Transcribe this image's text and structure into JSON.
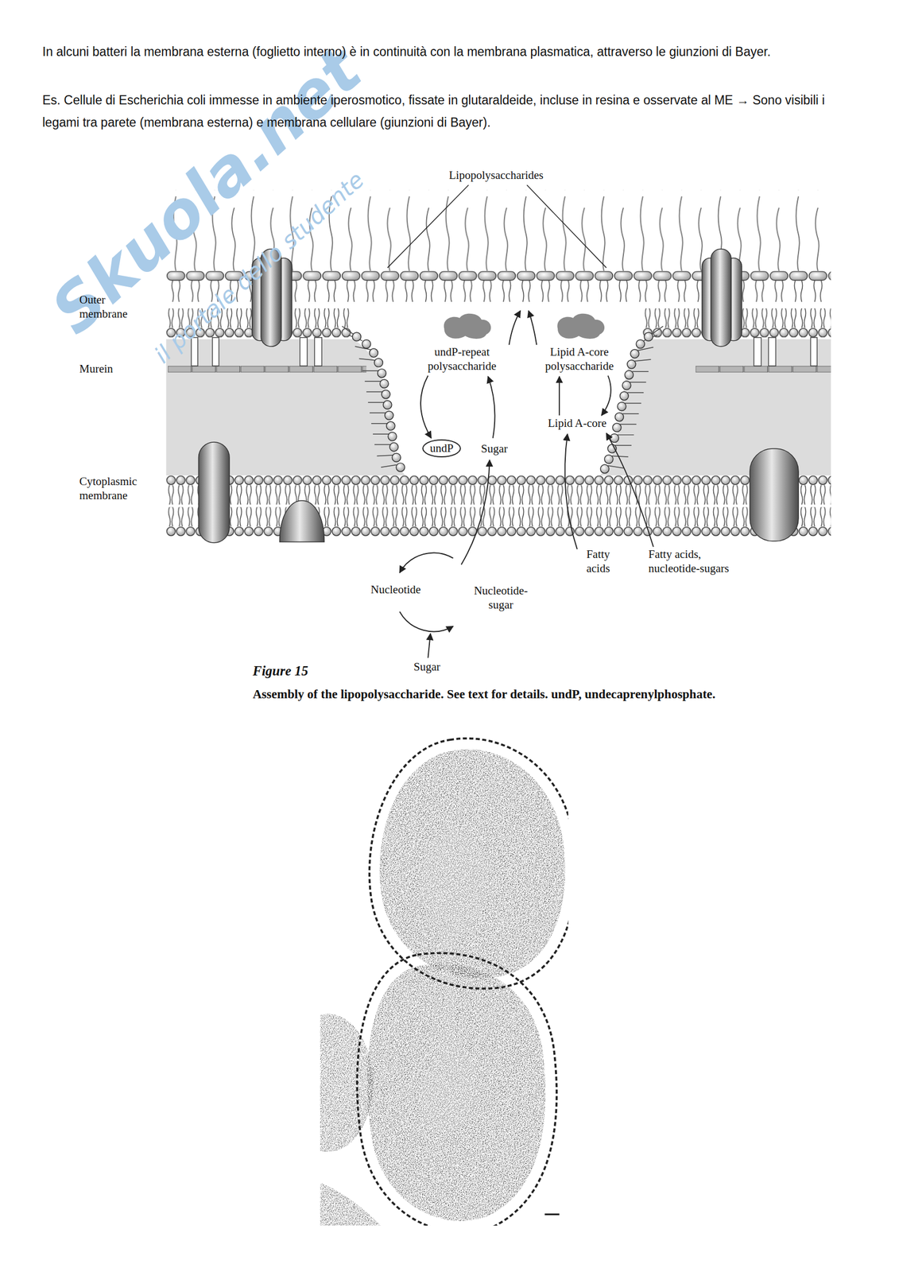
{
  "diagram": {
    "caption": "Assembly of the lipopolysaccharide. See text for details. undP, undecaprenylphosphate.",
    "nodes": [
      {
        "text": [
          "undP"
        ]
      }
    ],
    "labels": [
      "In alcuni batteri la membrana esterna (foglietto interno) è in continuità con la membrana plasmatica, attraverso le giunzioni di Bayer.",
      "Es. Cellule di Escherichia coli immesse in ambiente iperosmotico, fissate in glutaraldeide, incluse in resina e osservate al ME → Sono visibili i legami tra parete (membrana esterna) e membrana cellulare (giunzioni di Bayer).",
      "Skuola.net",
      "il portale dello studente",
      "Lipopolysaccharides",
      "Outer membrane",
      "Murein",
      "Cytoplasmic membrane",
      "undP-repeat polysaccharide",
      "Lipid A-core polysaccharide",
      "Sugar",
      "Lipid A-core",
      "Fatty acids",
      "Fatty acids, nucleotide-sugars",
      "Nucleotide",
      "Nucleotide-sugar",
      "Sugar",
      "Figure 15"
    ]
  }
}
